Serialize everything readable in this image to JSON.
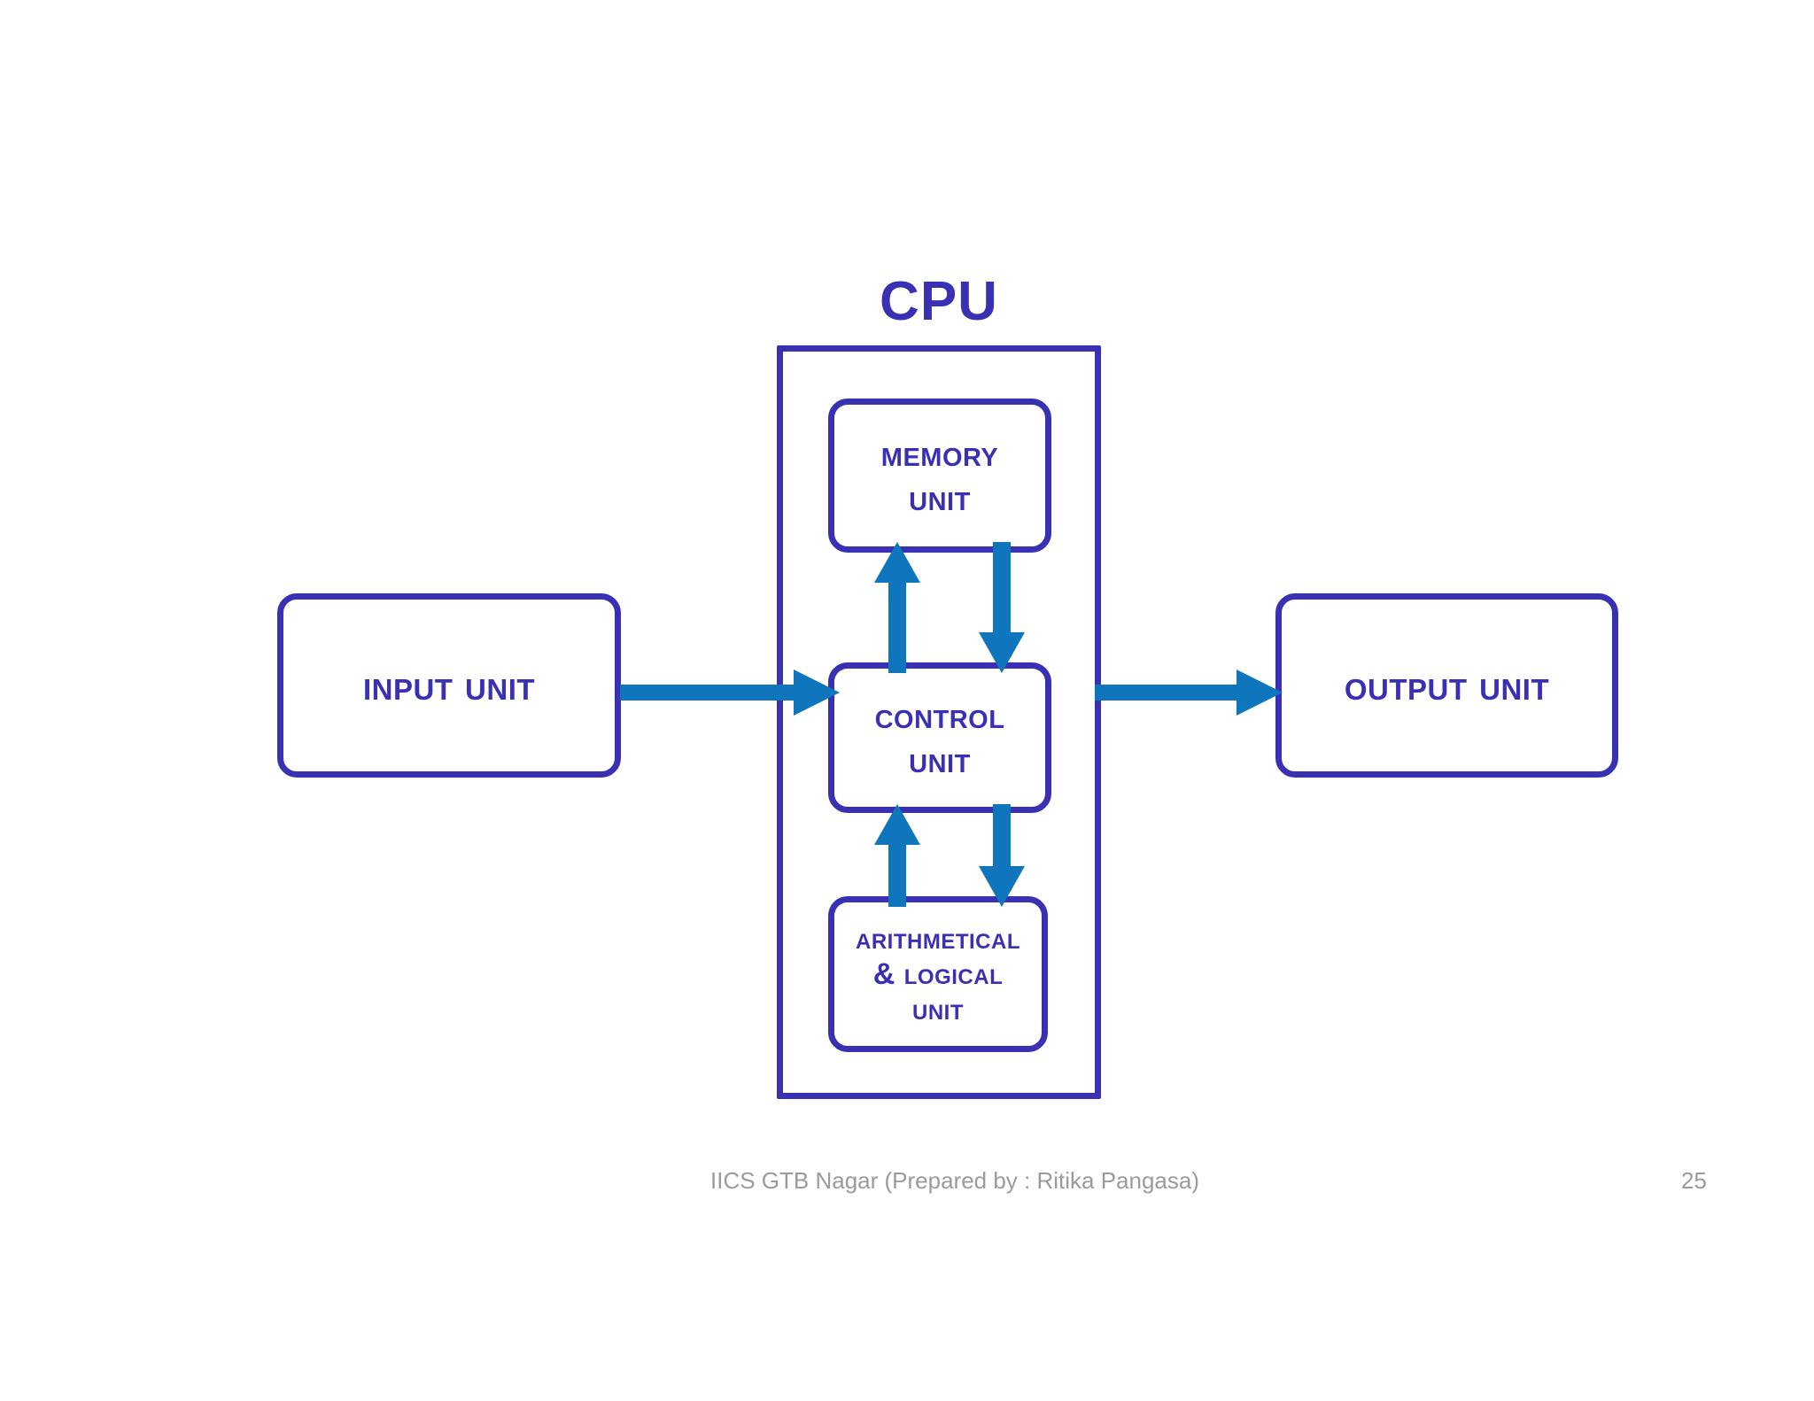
{
  "slide": {
    "title": "CPU",
    "footer_note": "IICS GTB Nagar (Prepared by : Ritika Pangasa)",
    "page_number": "25"
  },
  "colors": {
    "box_border": "#3a30b4",
    "box_text": "#3a30b4",
    "title": "#3a30b4",
    "arrow": "#0f75bd",
    "footer_text": "#9b9b9b",
    "background": "#ffffff"
  },
  "diagram": {
    "type": "block-diagram",
    "subject": "Basic organisation of a computer / CPU",
    "nodes": [
      {
        "id": "input-unit",
        "label": "Input Unit",
        "location": "outside-cpu-left"
      },
      {
        "id": "cpu",
        "label": "CPU",
        "location": "center-container"
      },
      {
        "id": "memory-unit",
        "label": "Memory\nUnit",
        "location": "inside-cpu-top"
      },
      {
        "id": "control-unit",
        "label": "Control\nUnit",
        "location": "inside-cpu-middle"
      },
      {
        "id": "alu-unit",
        "label": "Arithmetical\n& Logical\nUnit",
        "location": "inside-cpu-bottom"
      },
      {
        "id": "output-unit",
        "label": "Output Unit",
        "location": "outside-cpu-right"
      }
    ],
    "arrows": [
      {
        "id": "arrow-input-to-cpu",
        "from": "input-unit",
        "to": "cpu",
        "direction": "right"
      },
      {
        "id": "arrow-cpu-to-output",
        "from": "cpu",
        "to": "output-unit",
        "direction": "right"
      },
      {
        "id": "arrow-control-to-memory",
        "from": "control-unit",
        "to": "memory-unit",
        "direction": "up"
      },
      {
        "id": "arrow-memory-to-control",
        "from": "memory-unit",
        "to": "control-unit",
        "direction": "down"
      },
      {
        "id": "arrow-alu-to-control",
        "from": "alu-unit",
        "to": "control-unit",
        "direction": "up"
      },
      {
        "id": "arrow-control-to-alu",
        "from": "control-unit",
        "to": "alu-unit",
        "direction": "down"
      }
    ]
  }
}
